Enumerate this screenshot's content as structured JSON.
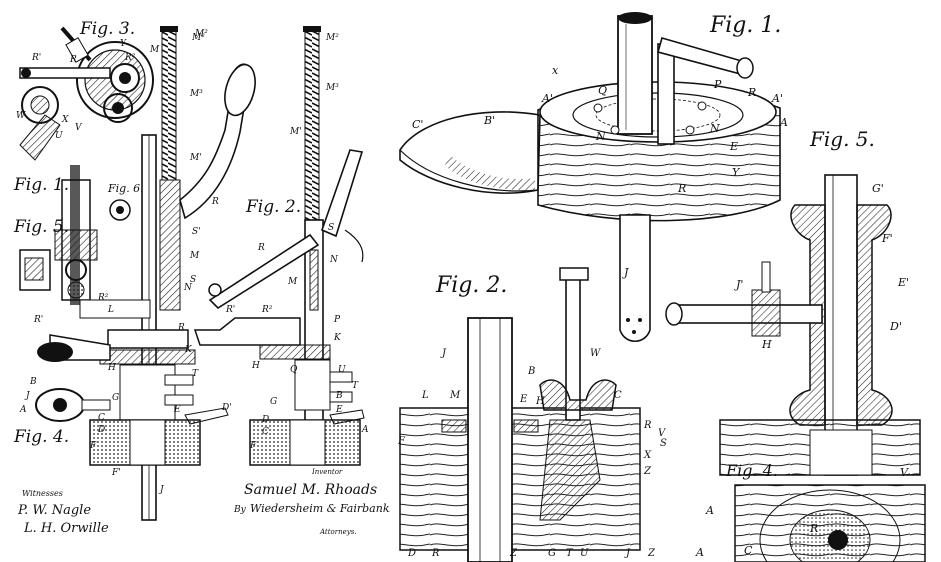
{
  "left_sheet": {
    "figure_titles": [
      "Fig. 3.",
      "Fig. 1.",
      "Fig. 6.",
      "Fig. 5.",
      "Fig. 2.",
      "Fig. 4."
    ],
    "witnesses_label": "Witnesses",
    "witness_one": "P. W. Nagle",
    "witness_two": "L. H. Orwille",
    "inventor_label": "Inventor",
    "inventor_signature": "Samuel M. Rhoads",
    "by_label": "By",
    "attorney_signature": "Wiedersheim & Fairbanks",
    "attorney_label": "Attorneys.",
    "labels_fig3": [
      "R'",
      "R",
      "Y",
      "R²",
      "M",
      "M²",
      "W",
      "V",
      "U",
      "X"
    ],
    "labels_fig1": [
      "M²",
      "M³",
      "M'",
      "R",
      "S'",
      "M",
      "S",
      "R",
      "K",
      "H",
      "T",
      "G",
      "E",
      "D'",
      "C",
      "D",
      "F",
      "F'",
      "J",
      "N",
      "R²",
      "R'",
      "L",
      "A",
      "B",
      "J"
    ],
    "labels_fig2": [
      "M²",
      "M³",
      "M'",
      "S",
      "R",
      "N",
      "M",
      "R²",
      "R'",
      "P",
      "K",
      "H",
      "Q",
      "U",
      "T",
      "B",
      "G",
      "E",
      "D",
      "C",
      "F",
      "A"
    ]
  },
  "right_sheet": {
    "figure_titles": [
      "Fig. 1.",
      "Fig. 5.",
      "Fig. 2.",
      "Fig. 4."
    ],
    "labels_fig1": [
      "x",
      "A'",
      "Q",
      "P",
      "R",
      "A'",
      "C'",
      "B'",
      "A",
      "N",
      "N",
      "E",
      "Y",
      "R",
      "J"
    ],
    "labels_fig5": [
      "G'",
      "F'",
      "E'",
      "D'",
      "J'",
      "H"
    ],
    "labels_fig2": [
      "J",
      "W",
      "B",
      "C",
      "L",
      "M",
      "E",
      "H",
      "R",
      "V",
      "S",
      "X",
      "Z",
      "F",
      "D",
      "R",
      "Z",
      "G",
      "T",
      "U",
      "J",
      "Z"
    ],
    "labels_fig4": [
      "V",
      "A",
      "R",
      "C",
      "A"
    ]
  }
}
